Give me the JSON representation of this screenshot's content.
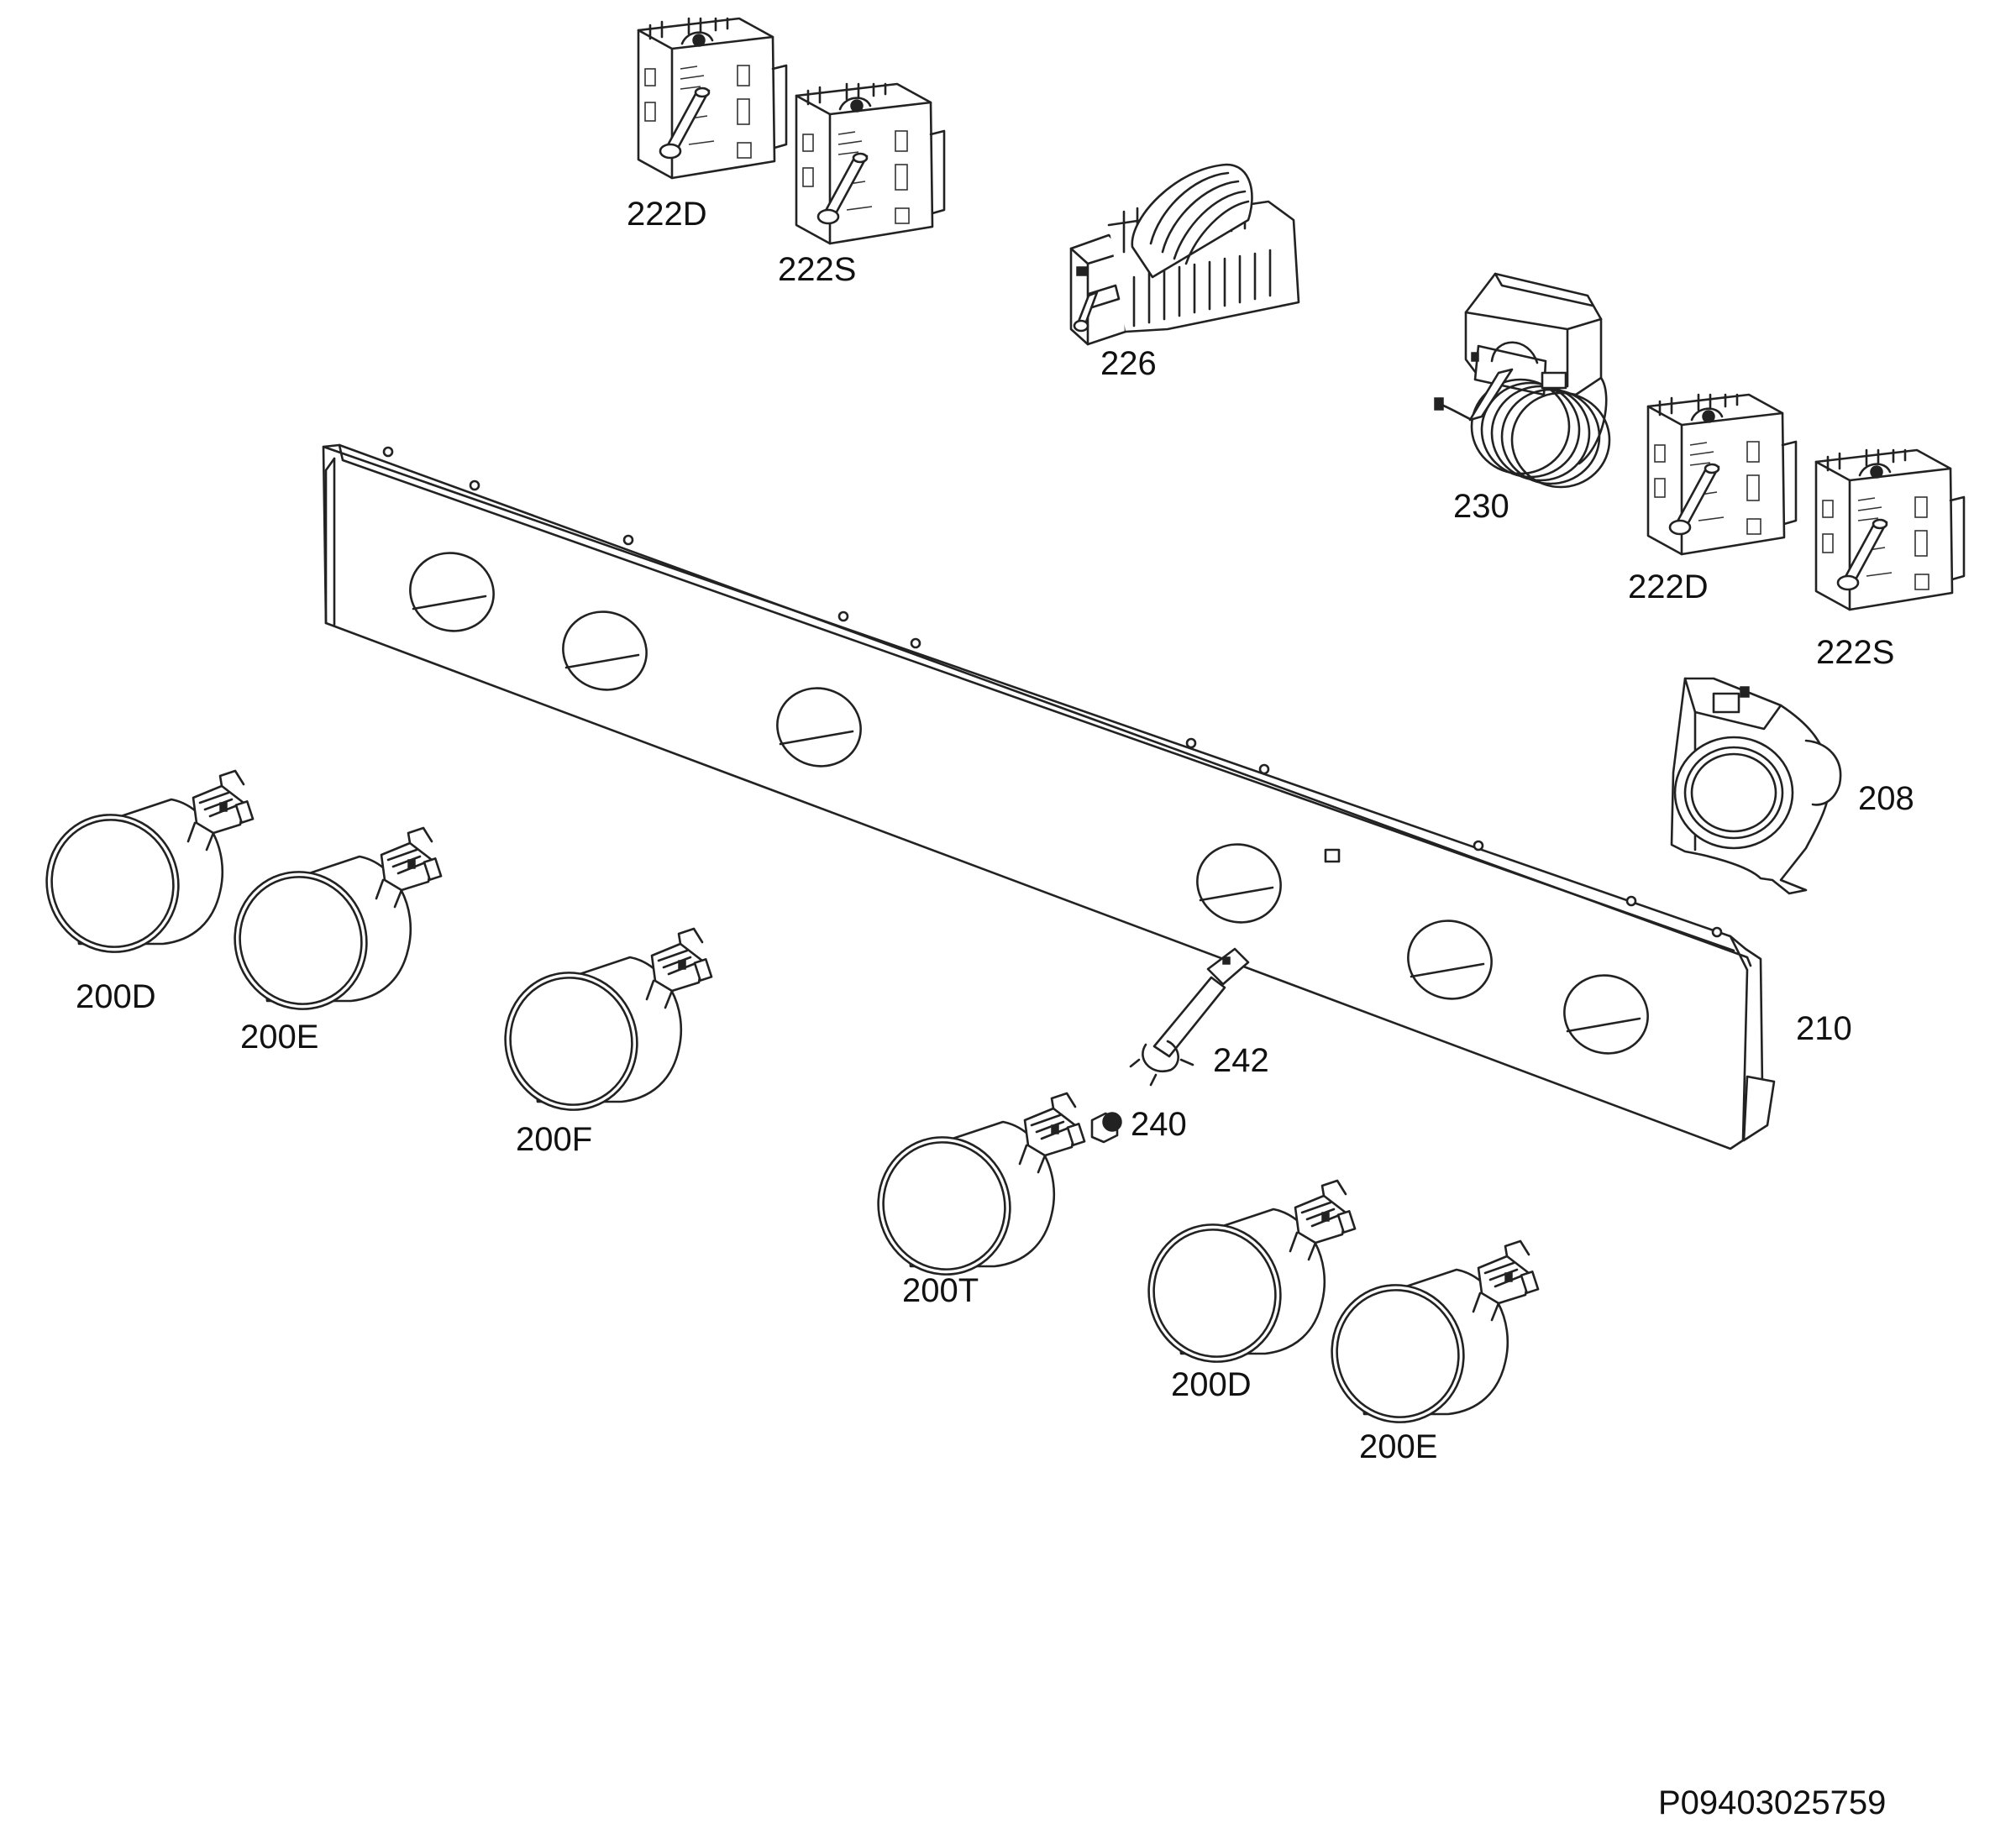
{
  "diagram": {
    "drawing_code": "P09403025759",
    "parts": [
      {
        "id": "p222d_top",
        "label": "222D",
        "icon": "energy-regulator-icon"
      },
      {
        "id": "p222s_top",
        "label": "222S",
        "icon": "energy-regulator-icon"
      },
      {
        "id": "p226",
        "label": "226",
        "icon": "selector-switch-icon"
      },
      {
        "id": "p230",
        "label": "230",
        "icon": "thermostat-icon"
      },
      {
        "id": "p222d_right",
        "label": "222D",
        "icon": "energy-regulator-icon"
      },
      {
        "id": "p222s_right",
        "label": "222S",
        "icon": "energy-regulator-icon"
      },
      {
        "id": "p208",
        "label": "208",
        "icon": "indicator-lamp-icon"
      },
      {
        "id": "p210",
        "label": "210",
        "icon": "control-panel-icon"
      },
      {
        "id": "p242",
        "label": "242",
        "icon": "ignition-switch-icon"
      },
      {
        "id": "p240",
        "label": "240",
        "icon": "screw-icon"
      },
      {
        "id": "p200d_left",
        "label": "200D",
        "icon": "control-knob-icon"
      },
      {
        "id": "p200e_left",
        "label": "200E",
        "icon": "control-knob-icon"
      },
      {
        "id": "p200f",
        "label": "200F",
        "icon": "control-knob-icon"
      },
      {
        "id": "p200t",
        "label": "200T",
        "icon": "control-knob-icon"
      },
      {
        "id": "p200d_right",
        "label": "200D",
        "icon": "control-knob-icon"
      },
      {
        "id": "p200e_right",
        "label": "200E",
        "icon": "control-knob-icon"
      }
    ]
  }
}
